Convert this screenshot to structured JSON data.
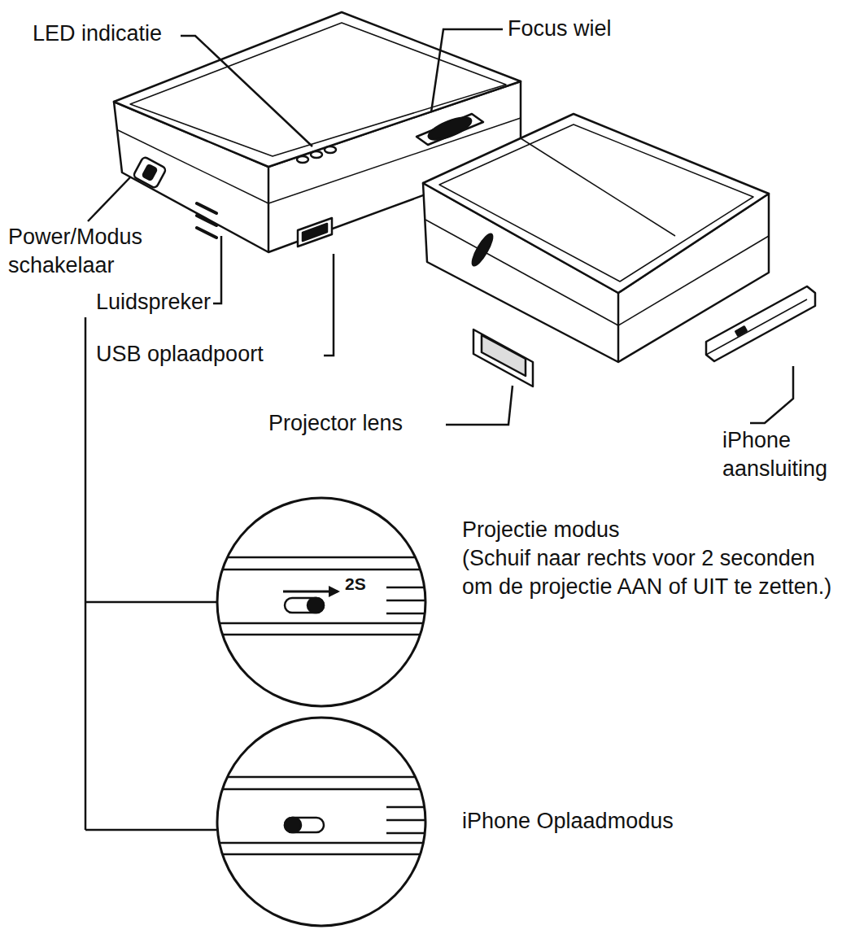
{
  "diagram": {
    "labels": [
      "LED indicatie",
      "Focus wiel",
      "Power/Modus schakelaar",
      "Luidspreker",
      "USB oplaadpoort",
      "Projector lens",
      "iPhone aansluiting",
      "2S",
      "Projectie modus",
      "(Schuif naar rechts voor 2 seconden om de projectie AAN of UIT te zetten.)",
      "iPhone Oplaadmodus"
    ]
  }
}
